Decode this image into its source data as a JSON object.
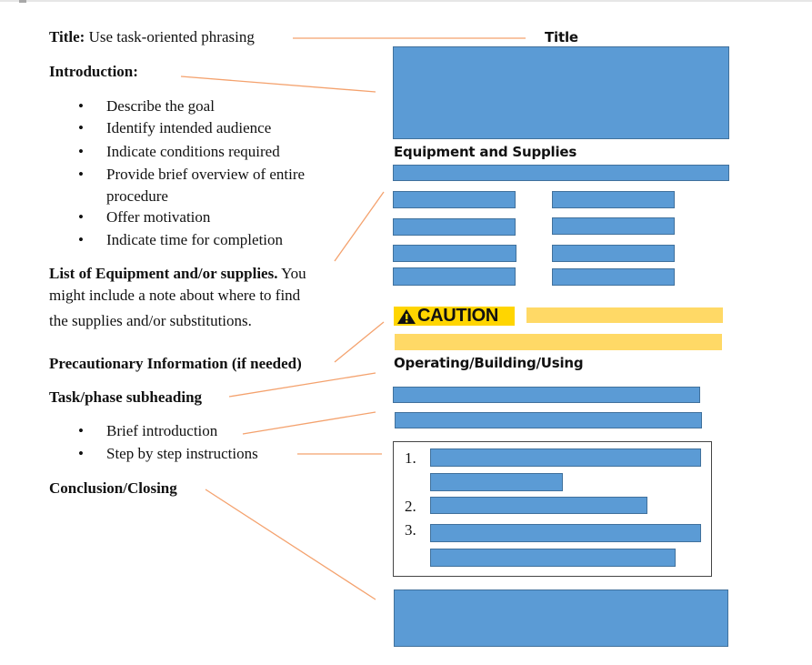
{
  "left_panel": {
    "title_label": "Title:",
    "title_text": " Use task-oriented phrasing",
    "introduction_label": "Introduction:",
    "intro_bullets": [
      "Describe the goal",
      "Identify intended audience",
      "Indicate conditions required",
      "Provide brief overview of entire",
      "procedure",
      "Offer motivation",
      "Indicate time for completion"
    ],
    "equipment_label": "List of Equipment and/or supplies.",
    "equipment_text_1": " You",
    "equipment_text_2": "might include a note about where to find",
    "equipment_text_3": "the supplies and/or substitutions.",
    "precaution_label": "Precautionary Information (if needed)",
    "task_label": "Task/phase subheading",
    "task_bullets": [
      "Brief introduction",
      "Step by step instructions"
    ],
    "conclusion_label": "Conclusion/Closing",
    "bullet_glyph": "•"
  },
  "right_panel": {
    "title_heading": "Title",
    "equipment_heading": "Equipment and Supplies",
    "caution_label": "CAUTION",
    "caution_icon": "warning-triangle-icon",
    "operating_heading": "Operating/Building/Using",
    "step_numbers": [
      "1.",
      "2.",
      "3."
    ]
  },
  "colors": {
    "placeholder_fill": "#5b9bd5",
    "placeholder_border": "#41719c",
    "caution_yellow": "#ffd500",
    "caution_bar": "#ffd966",
    "connector": "#f4a26e"
  }
}
